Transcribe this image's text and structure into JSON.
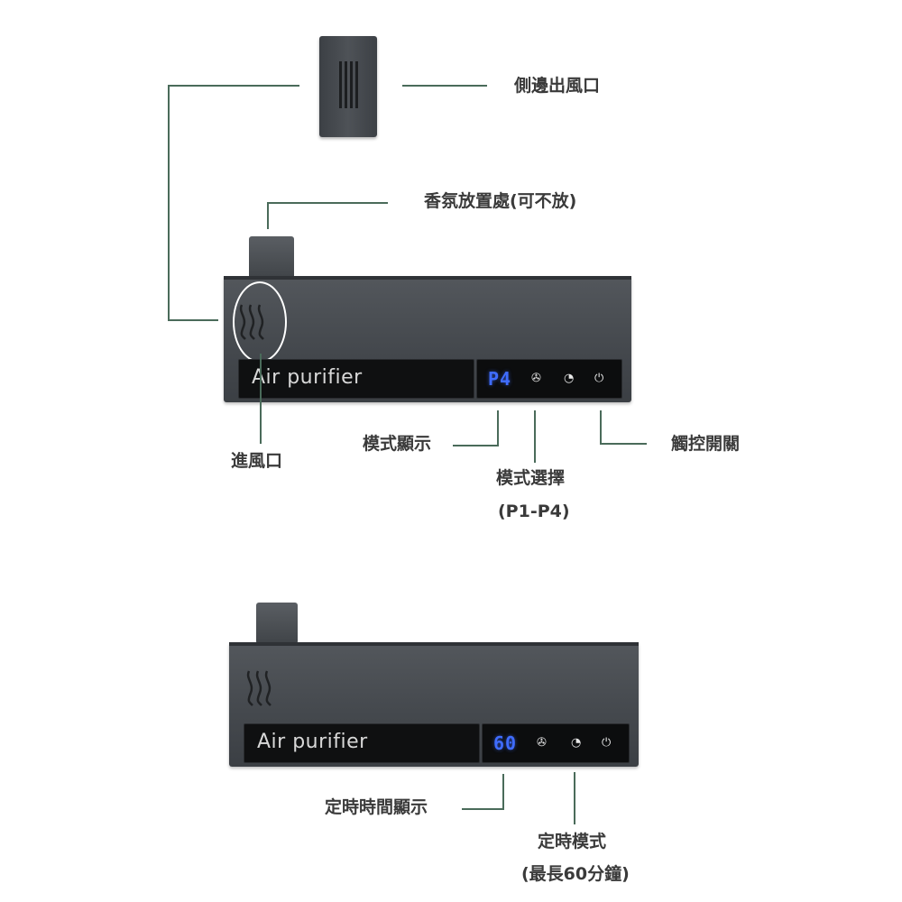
{
  "device_top": {
    "brand": "Air purifier",
    "display": "P4",
    "mode_icon": "fan-icon",
    "timer_icon": "clock-icon",
    "power_icon": "power-icon"
  },
  "device_bottom": {
    "brand": "Air purifier",
    "display": "60",
    "mode_icon": "fan-icon",
    "timer_icon": "clock-icon",
    "power_icon": "power-icon"
  },
  "labels": {
    "side_outlet": "側邊出風口",
    "fragrance": "香氛放置處(可不放)",
    "inlet": "進風口",
    "mode_display": "模式顯示",
    "mode_select_line1": "模式選擇",
    "mode_select_line2": "(P1-P4)",
    "touch_switch": "觸控開關",
    "timer_display": "定時時間顯示",
    "timer_mode_line1": "定時模式",
    "timer_mode_line2": "(最長60分鐘)"
  },
  "colors": {
    "leader_line": "#4a6b5a",
    "display_digits": "#3f6cff",
    "body": "#45494e"
  }
}
